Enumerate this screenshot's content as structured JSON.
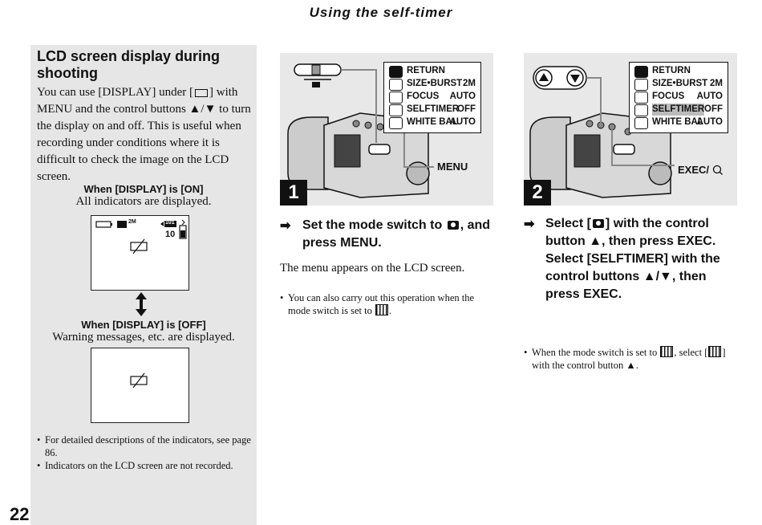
{
  "header": {
    "title": "Using the self-timer"
  },
  "sidebar": {
    "title": "LCD screen display during shooting",
    "body_p1": "You can use [DISPLAY] under [",
    "body_p2": "] with MENU and the control buttons ▲/▼ to turn the display on and off. This is useful when recording under conditions where it is difficult to check the image on the LCD screen.",
    "on_caption": "When [DISPLAY] is [ON]",
    "on_desc": "All indicators are displayed.",
    "off_caption": "When [DISPLAY] is [OFF]",
    "off_desc": "Warning messages, etc. are displayed.",
    "lcd_on": {
      "size": "2M",
      "folder": "101",
      "count": "10"
    },
    "notes": [
      "For detailed descriptions of the indicators, see page 86.",
      "Indicators on the LCD screen are not recorded."
    ]
  },
  "page_number": "22",
  "menu": {
    "items": [
      {
        "label": "RETURN",
        "value": ""
      },
      {
        "label": "SIZE•BURST",
        "value": "2M"
      },
      {
        "label": "FOCUS",
        "value": "AUTO"
      },
      {
        "label": "SELFTIMER",
        "value": "OFF"
      },
      {
        "label": "WHITE BAL",
        "value": "AUTO"
      }
    ]
  },
  "step1": {
    "badge": "1",
    "callout": "MENU",
    "heading_a": "Set the mode switch to",
    "heading_b": ", and press MENU.",
    "body": "The menu appears on the LCD screen.",
    "note_a": "You can also carry out this operation when the mode switch is set to",
    "note_b": "."
  },
  "step2": {
    "badge": "2",
    "callout": "EXEC/",
    "heading_a": "Select [",
    "heading_b": "] with the control button ▲, then press EXEC. Select [SELFTIMER] with the control buttons ▲/▼, then press EXEC.",
    "note_a": "When the mode switch is set to",
    "note_b": ", select [",
    "note_c": "] with the control button ▲."
  }
}
